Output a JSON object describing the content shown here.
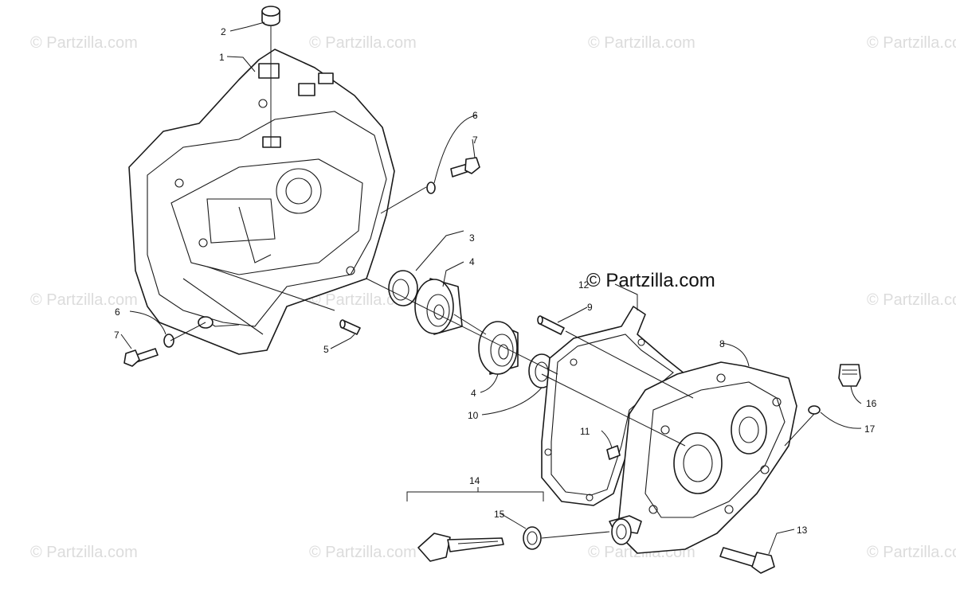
{
  "watermark": {
    "text": "© Partzilla.com",
    "color": "#dcdcdc"
  },
  "brand": {
    "text": "© Partzilla.com"
  },
  "callouts": {
    "c1": "1",
    "c2": "2",
    "c3": "3",
    "c4a": "4",
    "c4b": "4",
    "c5": "5",
    "c6a": "6",
    "c6b": "6",
    "c7a": "7",
    "c7b": "7",
    "c8": "8",
    "c9": "9",
    "c10": "10",
    "c11": "11",
    "c12": "12",
    "c13": "13",
    "c14": "14",
    "c15": "15",
    "c16": "16",
    "c17": "17"
  },
  "colors": {
    "line": "#1a1a1a",
    "background": "#ffffff"
  }
}
